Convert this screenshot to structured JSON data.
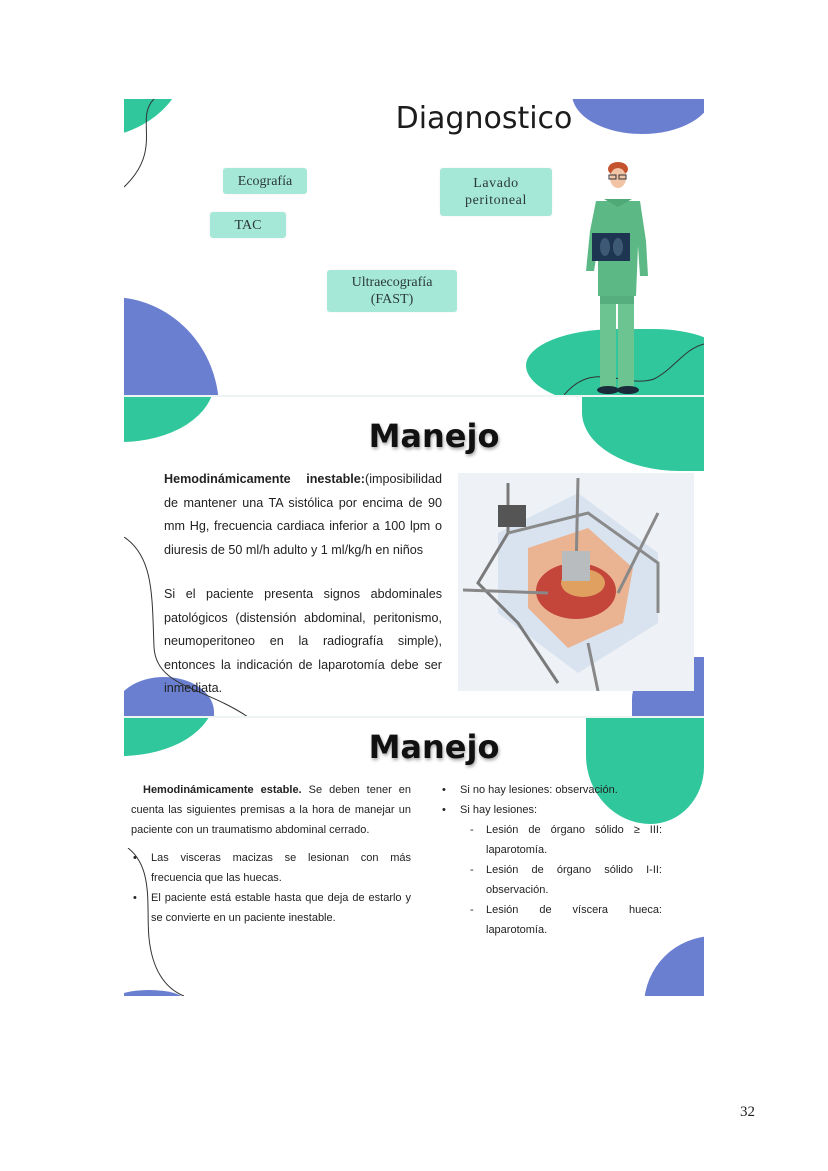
{
  "page": {
    "number": "32"
  },
  "slides": [
    {
      "title": "Diagnostico",
      "boxes": [
        {
          "label": "Ecografía"
        },
        {
          "label": "TAC"
        },
        {
          "label": "Lavado peritoneal",
          "line1": "Lavado",
          "line2": "peritoneal"
        },
        {
          "label": "Ultraecografía (FAST)",
          "line1": "Ultraecografía",
          "line2": "(FAST)"
        }
      ],
      "illustration": "doctor-holding-xray"
    },
    {
      "title": "Manejo",
      "paragraph1_bold": "Hemodinámicamente inestable:",
      "paragraph1_rest": "(imposibilidad de mantener una TA sistólica por encima de 90 mm Hg, frecuencia cardiaca inferior a 100 lpm o diuresis de 50 ml/h adulto y 1 ml/kg/h en niños",
      "paragraph2": "Si el paciente presenta signos abdominales patológicos (distensión abdominal, peritonismo, neumoperitoneo en la radiografía simple), entonces la indicación de laparotomía debe ser inmediata.",
      "image": "open-abdominal-surgery-retractor"
    },
    {
      "title": "Manejo",
      "intro_bold": "Hemodinámicamente estable.",
      "intro_rest": " Se deben tener en cuenta las siguientes premisas a la hora de manejar un paciente con un traumatismo abdominal cerrado.",
      "left_bullets": [
        "Las visceras macizas se lesionan con más frecuencia que las huecas.",
        "El paciente está estable hasta que deja de estarlo y se convierte en un paciente inestable."
      ],
      "right_bullets": [
        "Si no hay lesiones: observación.",
        "Si hay lesiones:"
      ],
      "right_subitems": [
        "Lesión de órgano sólido ≥ III: laparotomía.",
        "Lesión de órgano sólido I-II: observación.",
        "Lesión de víscera hueca: laparotomía."
      ]
    }
  ]
}
